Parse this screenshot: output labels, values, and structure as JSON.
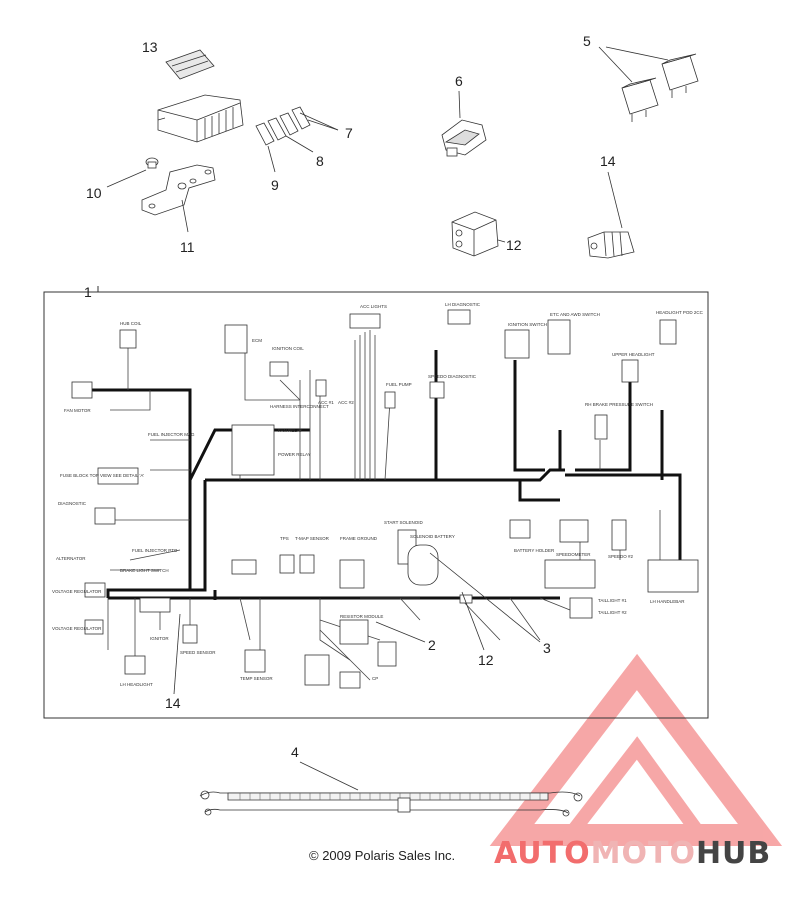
{
  "diagram": {
    "callouts": [
      {
        "id": "13",
        "label": "13"
      },
      {
        "id": "10",
        "label": "10"
      },
      {
        "id": "11",
        "label": "11"
      },
      {
        "id": "9",
        "label": "9"
      },
      {
        "id": "8",
        "label": "8"
      },
      {
        "id": "7",
        "label": "7"
      },
      {
        "id": "6",
        "label": "6"
      },
      {
        "id": "5",
        "label": "5"
      },
      {
        "id": "14a",
        "label": "14"
      },
      {
        "id": "12a",
        "label": "12"
      },
      {
        "id": "1",
        "label": "1"
      },
      {
        "id": "2",
        "label": "2"
      },
      {
        "id": "3",
        "label": "3"
      },
      {
        "id": "12b",
        "label": "12"
      },
      {
        "id": "14b",
        "label": "14"
      },
      {
        "id": "4",
        "label": "4"
      }
    ],
    "harness_labels": {
      "hub_coil": "HUB COIL",
      "fan_motor": "FAN MOTOR",
      "fuel_injector_mag": "FUEL INJECTOR MAG",
      "fuse_block": "FUSE BLOCK TOP VIEW SEE DETAIL 'A'",
      "diagnostic": "DIAGNOSTIC",
      "alternator": "ALTERNATOR",
      "fuel_injector_pto": "FUEL INJECTOR PTO",
      "brake_light_switch": "BRAKE LIGHT SWITCH",
      "voltage_regulator_1": "VOLTAGE REGULATOR",
      "voltage_regulator_2": "VOLTAGE REGULATOR",
      "lh_headlight": "LH HEADLIGHT",
      "speed_sensor": "SPEED SENSOR",
      "ecm": "ECM",
      "ignition_coil": "IGNITION COIL",
      "harness_interconnect": "HARNESS INTERCONNECT",
      "fan_relay": "FAN RELAY",
      "power_relay": "POWER RELAY",
      "acc_lights": "ACC LIGHTS",
      "acc1": "ACC #1",
      "acc2": "ACC #2",
      "fuel_pump": "FUEL PUMP",
      "speedo_diagnostic": "SPEEDO DIAGNOSTIC",
      "lh_diagnostic": "LH DIAGNOSTIC",
      "ignition_switch": "IGNITION SWITCH",
      "etc_awd_switch": "ETC AND AWD SWITCH",
      "headlight_pod": "HEADLIGHT POD 2CC",
      "upper_headlight": "UPPER HEADLIGHT",
      "rh_brake_switch": "RH BRAKE PRESSURE SWITCH",
      "tps": "TPS",
      "tmap_sensor": "T-MAP SENSOR",
      "frame_ground": "FRAME GROUND",
      "start_solenoid": "START SOLENOID",
      "solenoid_battery": "SOLENOID BATTERY",
      "battery_holder": "BATTERY HOLDER",
      "speedometer": "SPEEDOMETER",
      "speedo2": "SPEEDO #2",
      "resistor_module": "RESISTOR MODULE",
      "temp_sensor": "TEMP SENSOR",
      "taillight1": "TAILLIGHT #1",
      "taillight2": "TAILLIGHT #2",
      "lh_handlebar": "LH HANDLEBAR",
      "ignitor": "IGNITOR",
      "cp": "CP"
    }
  },
  "footer": {
    "copyright": "© 2009 Polaris Sales Inc.",
    "brand_auto": "AUTO",
    "brand_moto": "MOTO",
    "brand_hub": "HUB"
  },
  "colors": {
    "line": "#333333",
    "watermark_red": "#f26d6d",
    "watermark_pink": "#f0b4b4",
    "watermark_dark": "#444444"
  }
}
